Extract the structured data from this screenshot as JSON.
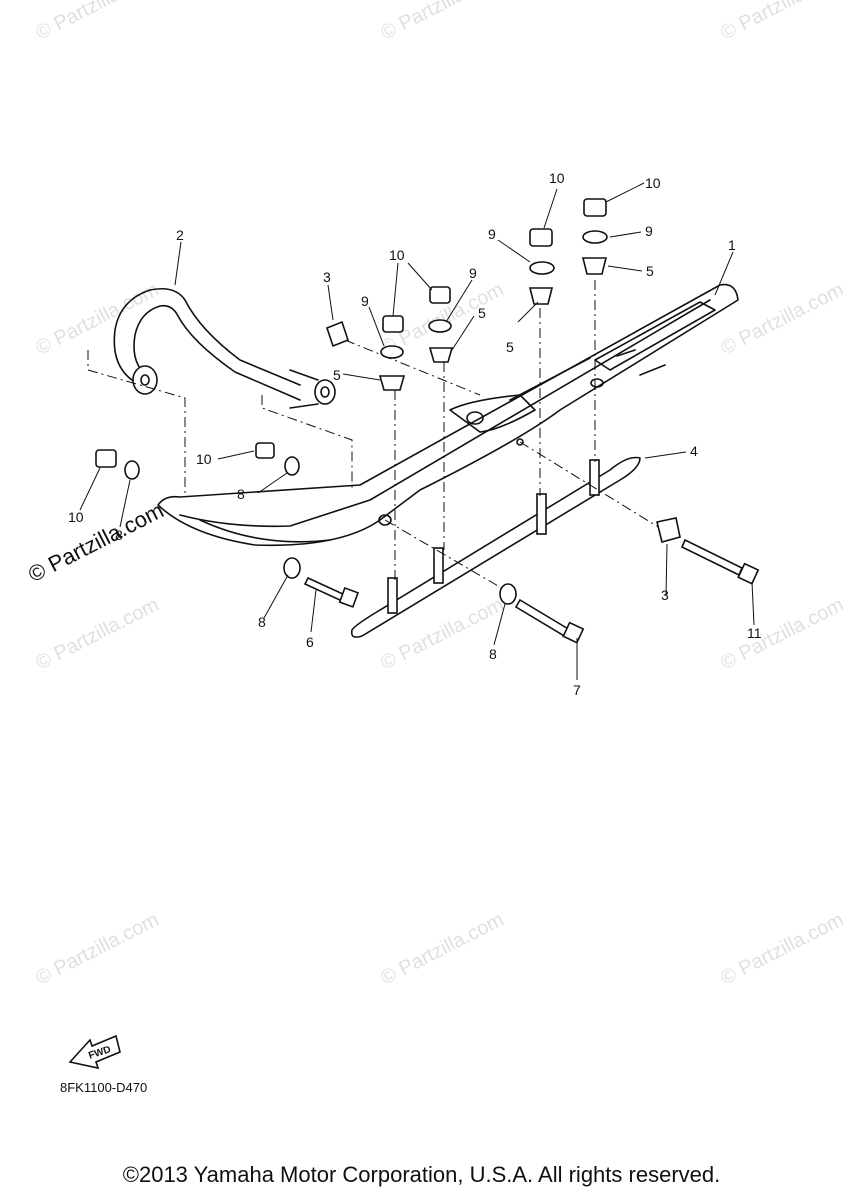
{
  "watermark": "© Partzilla.com",
  "logo_text": "© Partzilla.com",
  "fwd_label": "FWD",
  "diagram_code": "8FK1100-D470",
  "copyright": "©2013 Yamaha Motor Corporation, U.S.A. All rights reserved.",
  "callouts": {
    "c1": "1",
    "c2": "2",
    "c3a": "3",
    "c3b": "3",
    "c4": "4",
    "c5a": "5",
    "c5b": "5",
    "c5c": "5",
    "c5d": "5",
    "c6": "6",
    "c7": "7",
    "c8a": "8",
    "c8b": "8",
    "c8c": "8",
    "c8d": "8",
    "c9a": "9",
    "c9b": "9",
    "c9c": "9",
    "c9d": "9",
    "c10a": "10",
    "c10b": "10",
    "c10c": "10",
    "c10d": "10",
    "c10e": "10",
    "c11": "11"
  }
}
